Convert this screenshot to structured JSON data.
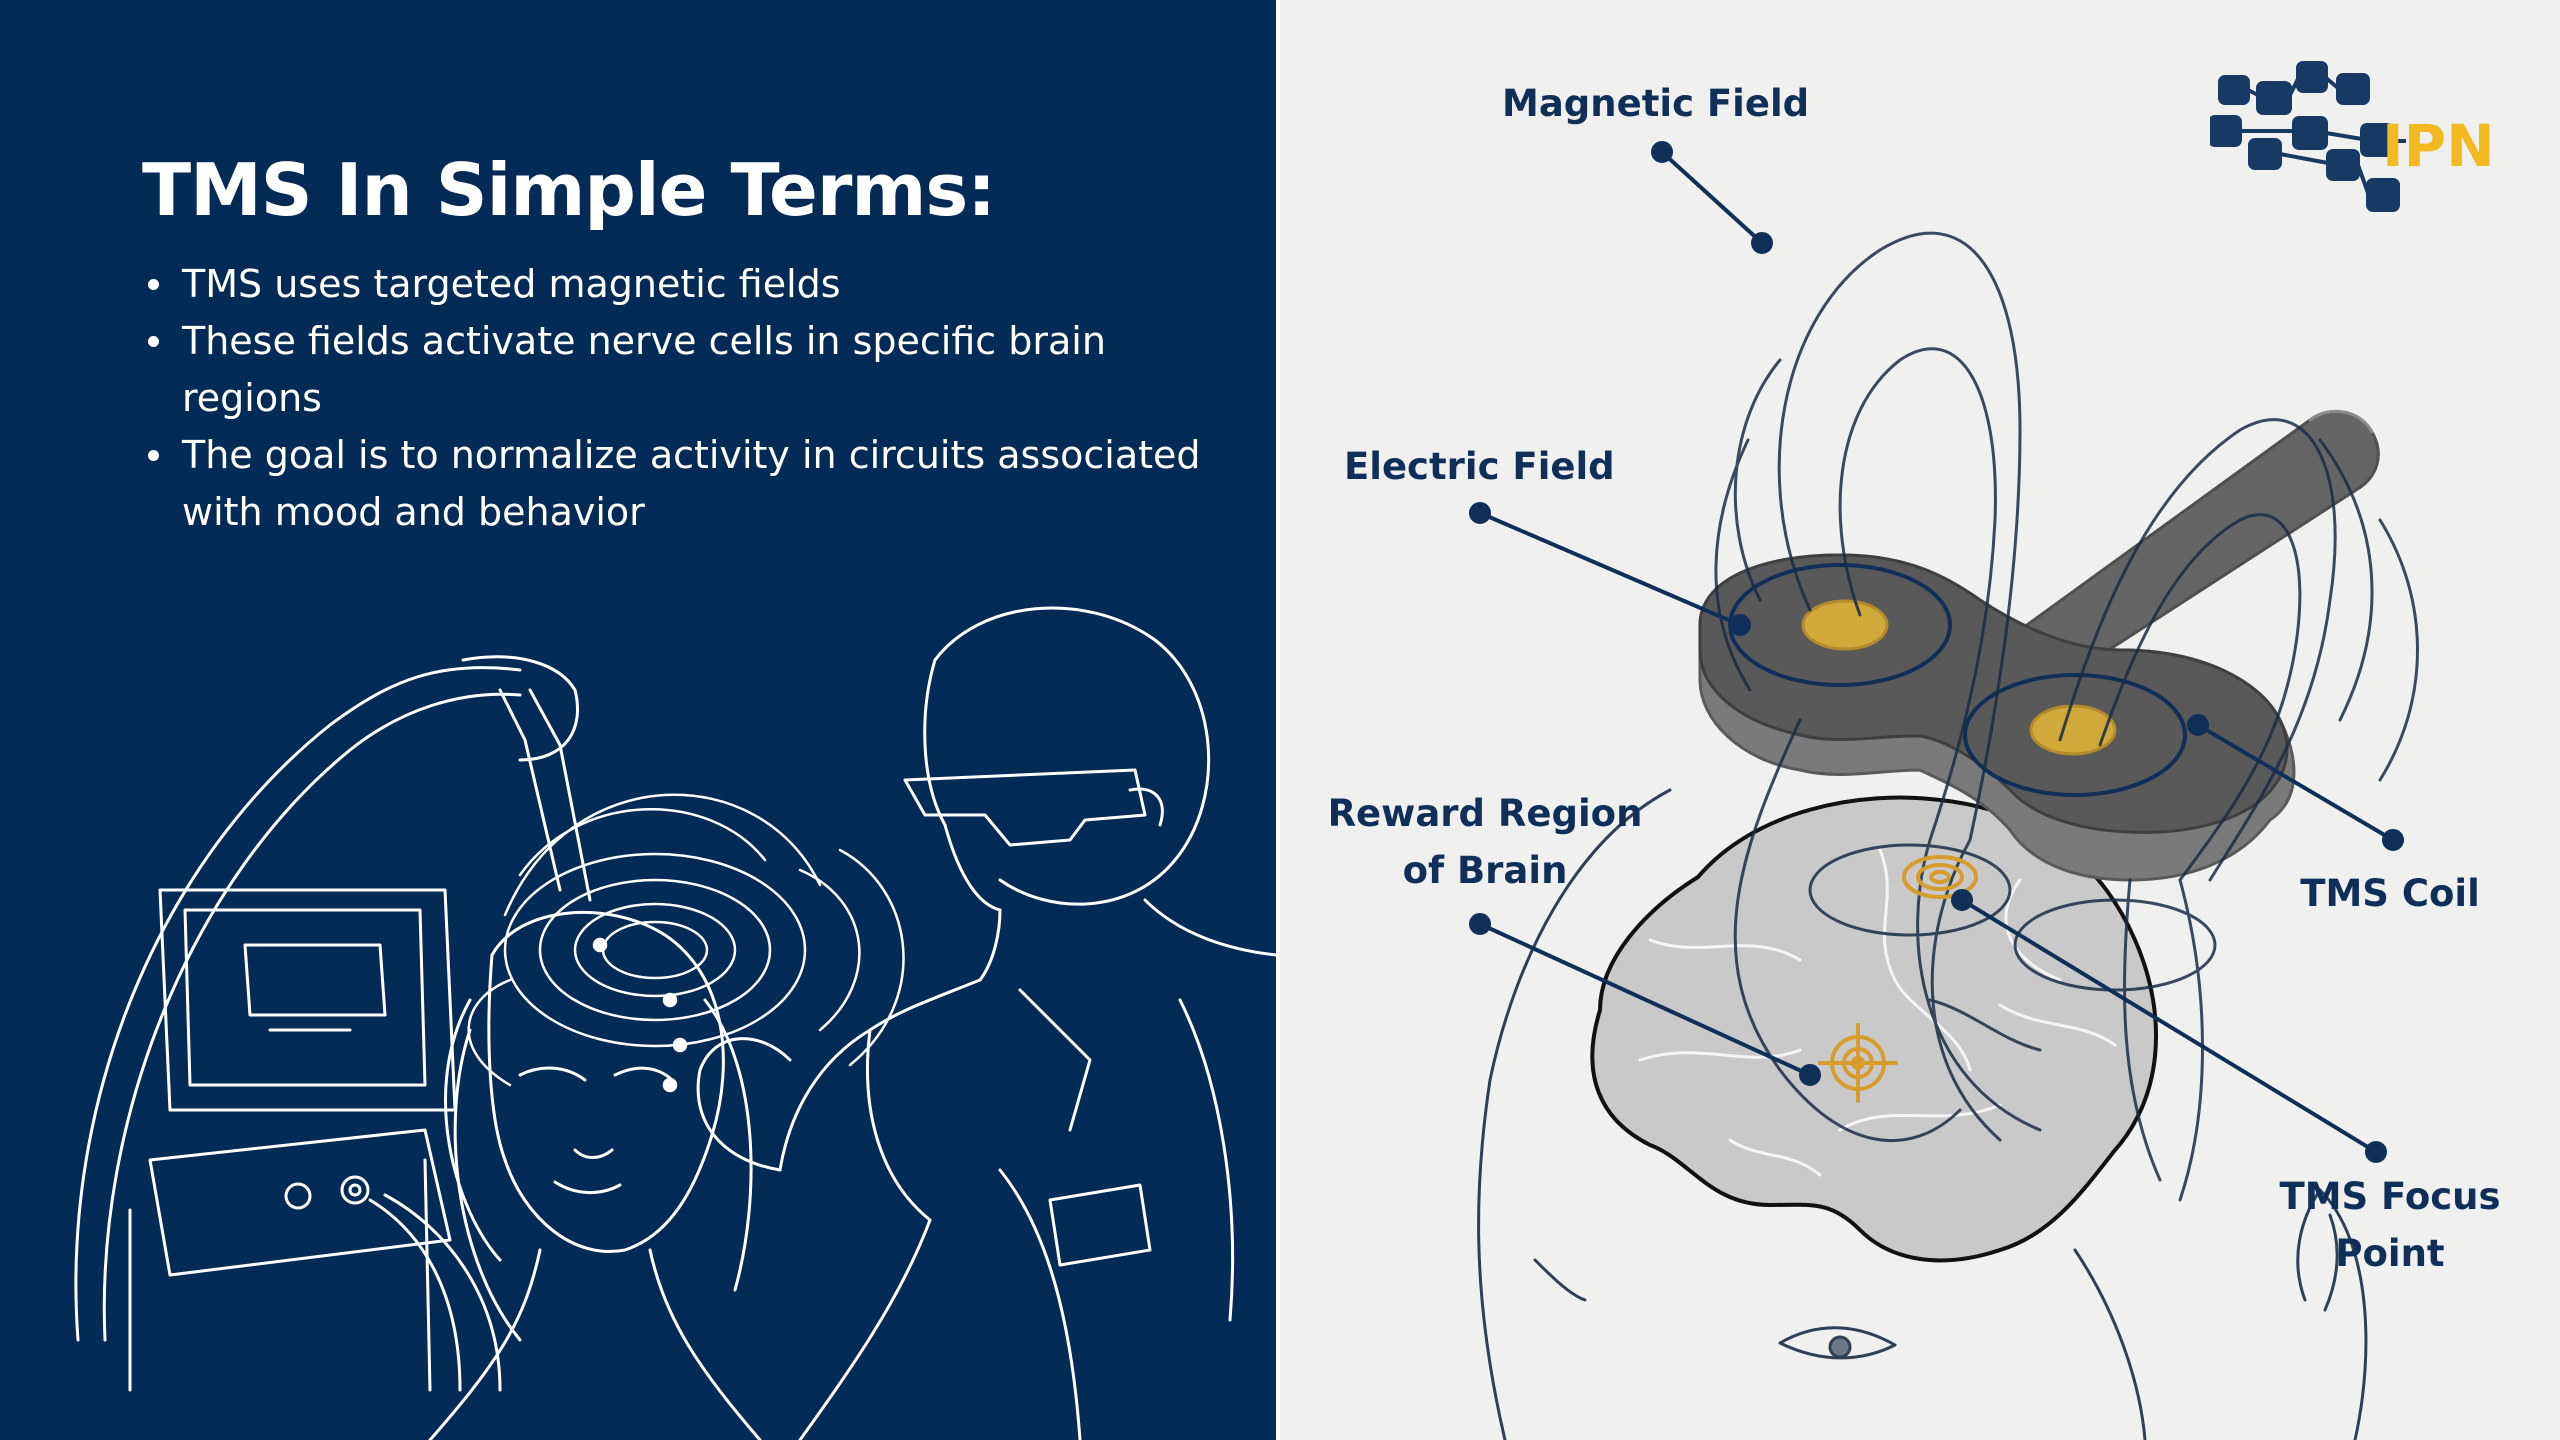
{
  "left_panel": {
    "title": "TMS In Simple Terms:",
    "bullets": [
      "TMS uses targeted magnetic fields",
      "These fields activate nerve cells in specific brain regions",
      "The goal is to normalize activity in circuits associated with mood and behavior"
    ]
  },
  "diagram": {
    "labels": {
      "magnetic_field": "Magnetic Field",
      "electric_field": "Electric Field",
      "reward_region": "Reward Region\nof Brain",
      "tms_coil": "TMS Coil",
      "tms_focus_point": "TMS Focus\nPoint"
    }
  },
  "logo": {
    "text": "IPN"
  },
  "colors": {
    "left_background": "#042b55",
    "right_background": "#f0f0ef",
    "label_text": "#0f2f58",
    "accent_gold": "#d79c2b",
    "coil_gray": "#656565"
  }
}
